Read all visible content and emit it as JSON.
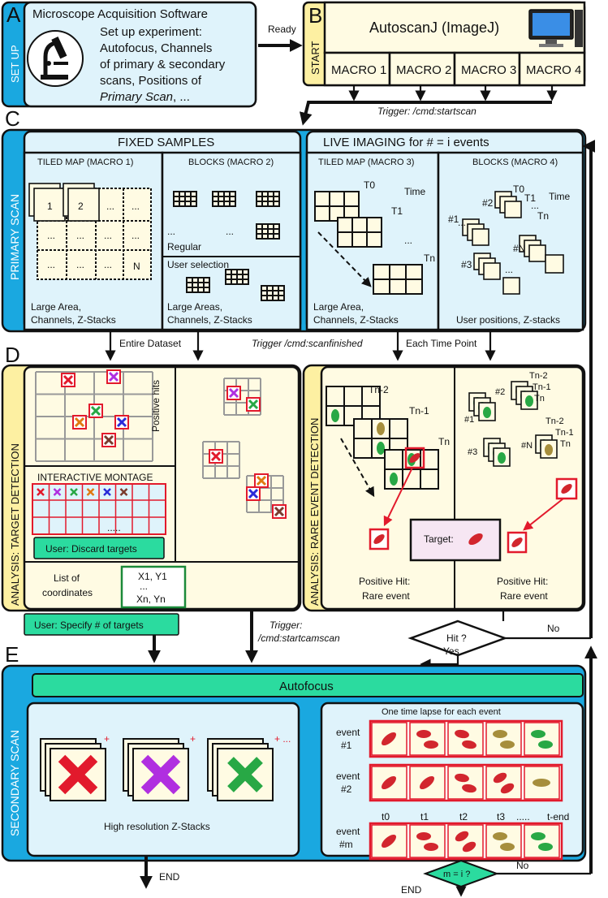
{
  "panels": {
    "A": {
      "letter": "A",
      "side": "SET UP",
      "title": "Microscope Acquisition Software",
      "desc": [
        "Set up experiment:",
        "Autofocus, Channels",
        "of primary & secondary",
        "scans, Positions of"
      ],
      "desc_italic": "Primary Scan",
      "desc_tail": ", ..."
    },
    "ready": "Ready",
    "B": {
      "letter": "B",
      "side": "START",
      "title": "AutoscanJ (ImageJ)",
      "macros": [
        "MACRO 1",
        "MACRO 2",
        "MACRO 3",
        "MACRO 4"
      ],
      "trigger": "Trigger: /cmd:startscan"
    },
    "C": {
      "letter": "C",
      "side": "PRIMARY SCAN",
      "fixed": "FIXED SAMPLES",
      "live": "LIVE IMAGING for # = i events",
      "tiled1": "TILED MAP (MACRO 1)",
      "blocks2": "BLOCKS (MACRO 2)",
      "tiled3": "TILED MAP (MACRO 3)",
      "blocks4": "BLOCKS (MACRO 4)",
      "tile1": "1",
      "tile2": "2",
      "dots": "...",
      "tileN": "N",
      "regular": "Regular",
      "user_selection": "User selection",
      "cap1": [
        "Large Area,",
        "Channels, Z-Stacks"
      ],
      "cap2": [
        "Large Areas,",
        "Channels, Z-Stacks"
      ],
      "cap3": [
        "Large Area,",
        "Channels, Z-Stacks"
      ],
      "cap4": "User positions, Z-stacks",
      "t0": "T0",
      "t1": "T1",
      "tn": "Tn",
      "time": "Time",
      "b1": "#1",
      "b2": "#2",
      "b3": "#3",
      "bN": "#N"
    },
    "mid": {
      "entire": "Entire Dataset",
      "trigger": "Trigger /cmd:scanfinished",
      "each": "Each Time Point"
    },
    "D": {
      "letter": "D",
      "side1": "ANALYSIS: TARGET DETECTION",
      "side2": "ANALYSIS: RARE EVENT DETECTION",
      "positive_hits": "Positive hits",
      "montage": "INTERACTIVE  MONTAGE",
      "more": "...",
      "dots": ".....",
      "discard": "User: Discard targets",
      "list": [
        "List of",
        "coordinates"
      ],
      "coords": [
        "X1, Y1",
        "...",
        "Xn, Yn"
      ],
      "specify": "User: Specify # of targets",
      "tn2": "Tn-2",
      "tn1": "Tn-1",
      "tn": "Tn",
      "target": "Target:",
      "hit_left": [
        "Positive Hit:",
        "Rare event"
      ],
      "hit_right": [
        "Positive Hit:",
        "Rare event"
      ],
      "b1": "#1",
      "b2": "#2",
      "b3": "#3",
      "bN": "#N"
    },
    "flow": {
      "trigger": [
        "Trigger:",
        "/cmd:startcamscan"
      ],
      "hit": "Hit ?",
      "yes": "Yes",
      "no": "No"
    },
    "E": {
      "letter": "E",
      "side": "SECONDARY SCAN",
      "autofocus": "Autofocus",
      "hires": "High resolution Z-Stacks",
      "plus": "+",
      "plusmore": "+ ...",
      "timelapse": "One time lapse for each event",
      "events": [
        [
          "event",
          "#1"
        ],
        [
          "event",
          "#2"
        ],
        [
          "event",
          "#m"
        ]
      ],
      "times": [
        "t0",
        "t1",
        "t2",
        "t3",
        ".....",
        "t-end"
      ],
      "end": "END",
      "cond": "m = i ?",
      "no": "No"
    }
  },
  "colors": {
    "cyan": "#1aa8e0",
    "pale_blue": "#dff3fb",
    "cream": "#fffbe3",
    "yellow": "#fdf0a2",
    "green": "#2bdb9f",
    "red": "#e21a2c",
    "cell_green": "#28a845",
    "olive": "#a68e3c",
    "ellipse_red": "#d2262e",
    "purple": "#b02fe0",
    "pink": "#f6e6f3"
  },
  "icons": [
    "microscope-icon",
    "computer-icon"
  ]
}
